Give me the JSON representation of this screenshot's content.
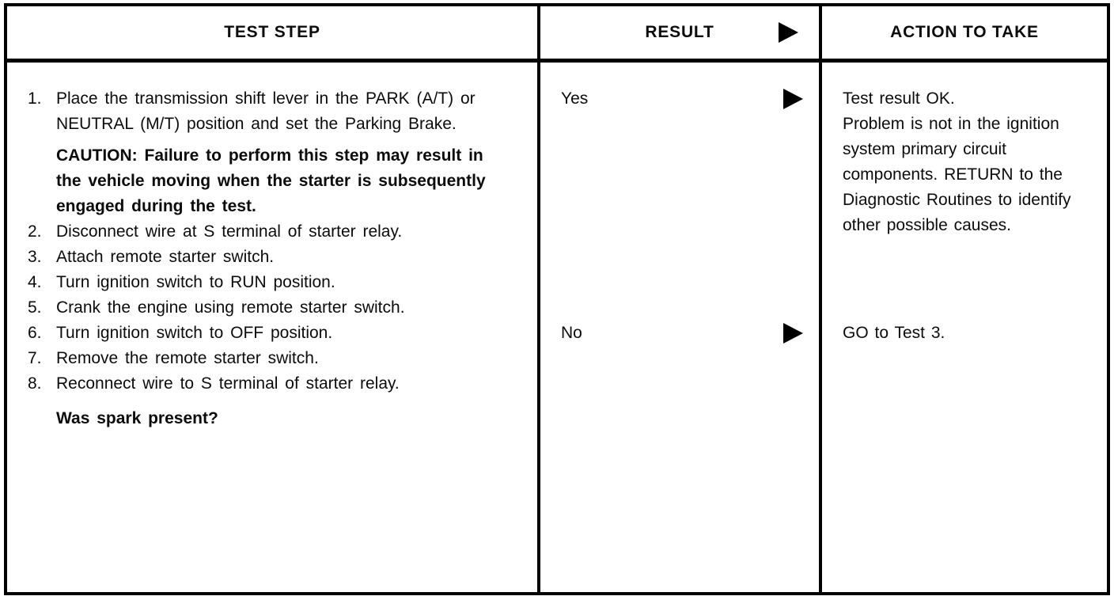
{
  "header": {
    "test_step": "TEST STEP",
    "result": "RESULT",
    "action": "ACTION TO TAKE"
  },
  "steps": [
    {
      "num": "1.",
      "text": "Place the transmission shift lever in the PARK (A/T) or NEUTRAL (M/T) position and set the Parking Brake."
    },
    {
      "num": "2.",
      "text": "Disconnect wire at S terminal of starter relay."
    },
    {
      "num": "3.",
      "text": "Attach remote starter switch."
    },
    {
      "num": "4.",
      "text": "Turn ignition switch to RUN position."
    },
    {
      "num": "5.",
      "text": "Crank the engine using remote starter switch."
    },
    {
      "num": "6.",
      "text": "Turn ignition switch to OFF position."
    },
    {
      "num": "7.",
      "text": "Remove the remote starter switch."
    },
    {
      "num": "8.",
      "text": "Reconnect wire to S terminal of starter relay."
    }
  ],
  "caution": "CAUTION: Failure to perform this step may result in the vehicle moving when the starter is subsequently engaged during the test.",
  "question": "Was spark present?",
  "outcomes": [
    {
      "result": "Yes",
      "action": [
        "Test result OK.",
        "Problem is not in the ignition system primary circuit components. RETURN to the Diagnostic Routines to identify other possible causes."
      ]
    },
    {
      "result": "No",
      "action": [
        "GO to Test 3."
      ]
    }
  ],
  "colors": {
    "border": "#000000",
    "text": "#0c0c0c",
    "background": "#ffffff"
  }
}
